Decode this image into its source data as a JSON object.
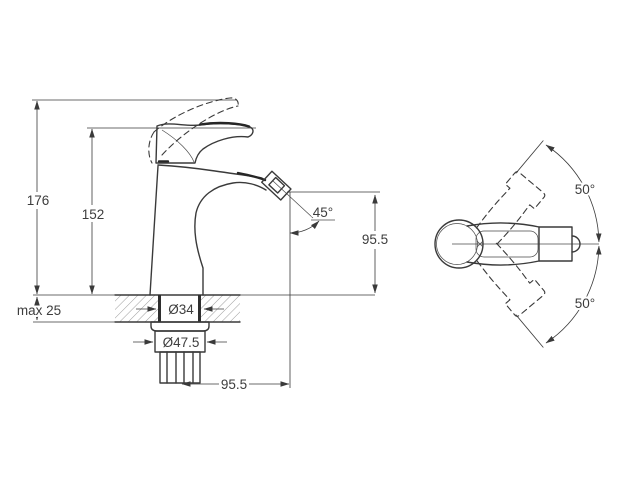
{
  "drawing": {
    "type": "faucet installation dimension drawing",
    "colors": {
      "background": "#ffffff",
      "line": "#3a3a3a",
      "text": "#3d3d3d"
    },
    "front_view": {
      "dim_total_height": "176",
      "dim_body_height": "152",
      "dim_counter_thickness": "max 25",
      "dim_shank_diameter": "Ø34",
      "dim_nut_diameter": "Ø47.5",
      "dim_spout_reach": "95.5",
      "dim_spout_height": "95.5",
      "dim_outlet_angle": "45°"
    },
    "top_view": {
      "dim_handle_swing_up": "50°",
      "dim_handle_swing_down": "50°"
    }
  }
}
